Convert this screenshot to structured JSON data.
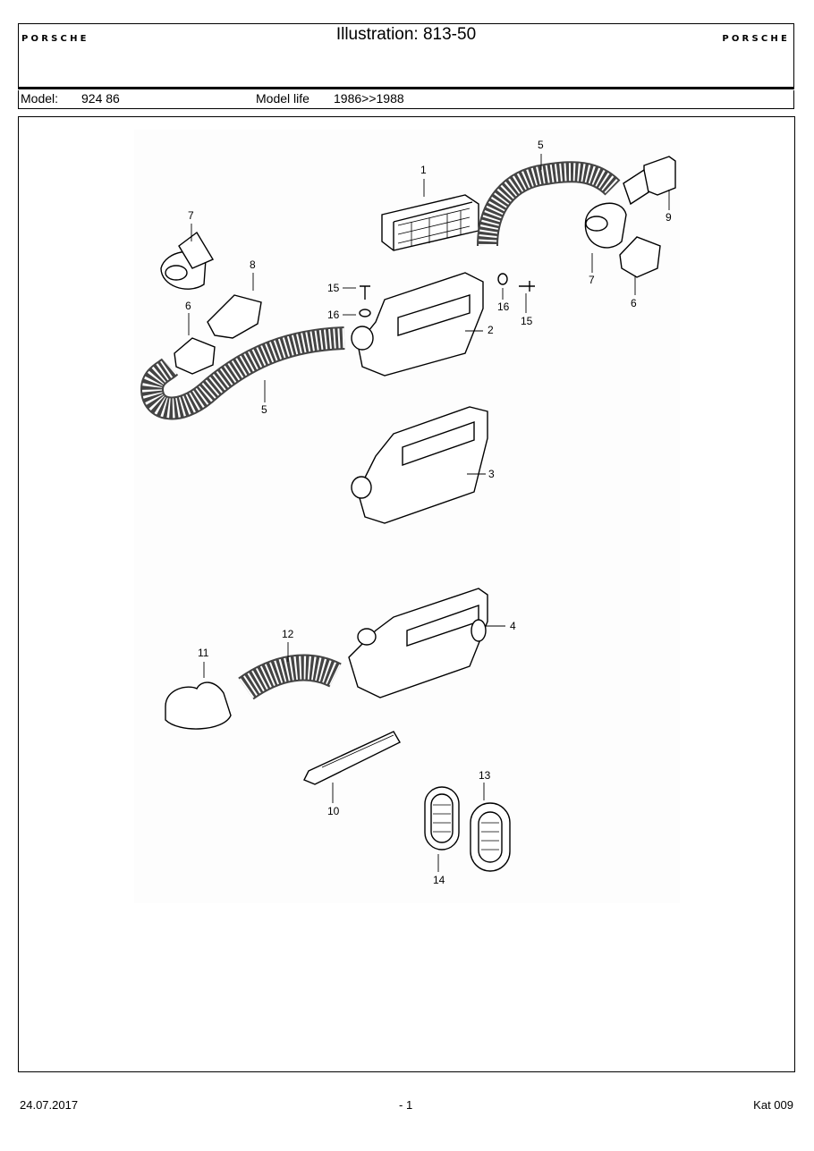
{
  "header": {
    "brand_left": "PORSCHE",
    "brand_right": "PORSCHE",
    "title": "Illustration: 813-50"
  },
  "model_bar": {
    "model_label": "Model:",
    "model_value": "924 86",
    "life_label": "Model life",
    "life_value": "1986>>1988"
  },
  "diagram": {
    "callouts": [
      "1",
      "2",
      "3",
      "4",
      "5",
      "5",
      "6",
      "6",
      "7",
      "7",
      "8",
      "9",
      "10",
      "11",
      "12",
      "13",
      "14",
      "15",
      "15",
      "16",
      "16"
    ]
  },
  "footer": {
    "date": "24.07.2017",
    "page": "- 1",
    "catalog": "Kat 009"
  }
}
